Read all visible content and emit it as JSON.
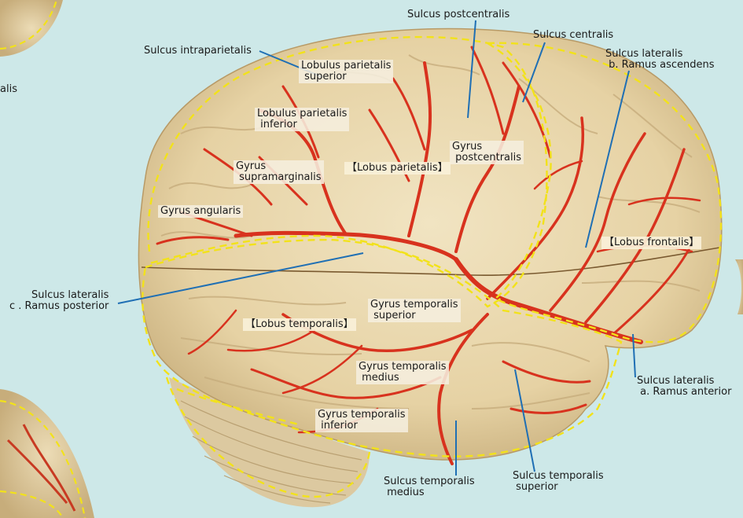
{
  "figure": {
    "cut_label": "alis",
    "labels": {
      "sulcus_postcentralis": "Sulcus postcentralis",
      "sulcus_centralis": "Sulcus centralis",
      "sulcus_lateralis_b": "Sulcus lateralis\n b. Ramus ascendens",
      "sulcus_intraparietalis": "Sulcus intraparietalis",
      "lobulus_parietalis_superior": "Lobulus parietalis\n superior",
      "lobulus_parietalis_inferior": "Lobulus parietalis\n inferior",
      "gyrus_postcentralis": "Gyrus\n postcentralis",
      "gyrus_supramarginalis": "Gyrus\n supramarginalis",
      "lobus_parietalis": "【Lobus parietalis】",
      "gyrus_angularis": "Gyrus angularis",
      "lobus_frontalis": "【Lobus frontalis】",
      "sulcus_lateralis_c": "Sulcus lateralis\nc . Ramus posterior",
      "gyrus_temporalis_superior": "Gyrus temporalis\n superior",
      "lobus_temporalis": "【Lobus temporalis】",
      "gyrus_temporalis_medius": "Gyrus temporalis\n medius",
      "sulcus_lateralis_a": "Sulcus lateralis\n a. Ramus anterior",
      "gyrus_temporalis_inferior": "Gyrus temporalis\n inferior",
      "sulcus_temporalis_medius": "Sulcus temporalis\n medius",
      "sulcus_temporalis_superior": "Sulcus temporalis\n superior"
    }
  },
  "colors": {
    "background": "#cde8e8",
    "brain": "#ead9b0",
    "vessel": "#d8321e",
    "outline": "#f2e21a",
    "leader": "#1f6fb4"
  }
}
